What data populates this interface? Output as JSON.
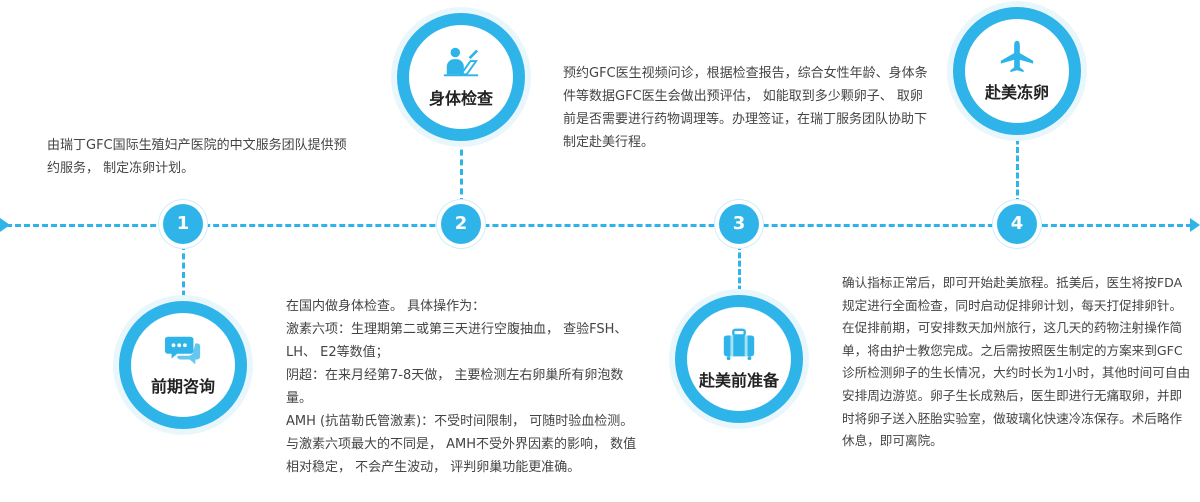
{
  "steps": [
    {
      "number": "1",
      "title": "前期咨询",
      "icon": "chat-bubbles-icon"
    },
    {
      "number": "2",
      "title": "身体检查",
      "icon": "person-writing-icon"
    },
    {
      "number": "3",
      "title": "赴美前准备",
      "icon": "luggage-icon"
    },
    {
      "number": "4",
      "title": "赴美冻卵",
      "icon": "airplane-icon"
    }
  ],
  "descriptions": {
    "step1": "由瑞丁GFC国际生殖妇产医院的中文服务团队提供预约服务， 制定冻卵计划。",
    "step2": "在国内做身体检查。 具体操作为：\n激素六项：生理期第二或第三天进行空腹抽血， 查验FSH、LH、 E2等数值；\n阴超：在来月经第7-8天做， 主要检测左右卵巢所有卵泡数量。\nAMH (抗苗勒氏管激素)：不受时间限制， 可随时验血检测。 与激素六项最大的不同是， AMH不受外界因素的影响， 数值相对稳定， 不会产生波动， 评判卵巢功能更准确。",
    "step3": "预约GFC医生视频问诊，根据检查报告，综合女性年龄、身体条件等数据GFC医生会做出预评估， 如能取到多少颗卵子、 取卵前是否需要进行药物调理等。办理签证，在瑞丁服务团队协助下制定赴美行程。",
    "step4": "确认指标正常后，即可开始赴美旅程。抵美后，医生将按FDA规定进行全面检查，同时启动促排卵计划，每天打促排卵针。在促排前期，可安排数天加州旅行，这几天的药物注射操作简单，将由护士教您完成。之后需按照医生制定的方案来到GFC诊所检测卵子的生长情况，大约时长为1小时，其他时间可自由安排周边游览。卵子生长成熟后，医生即进行无痛取卵，并即时将卵子送入胚胎实验室，做玻璃化快速冷冻保存。术后略作休息，即可离院。"
  },
  "accent_color": "#2fb4e9"
}
